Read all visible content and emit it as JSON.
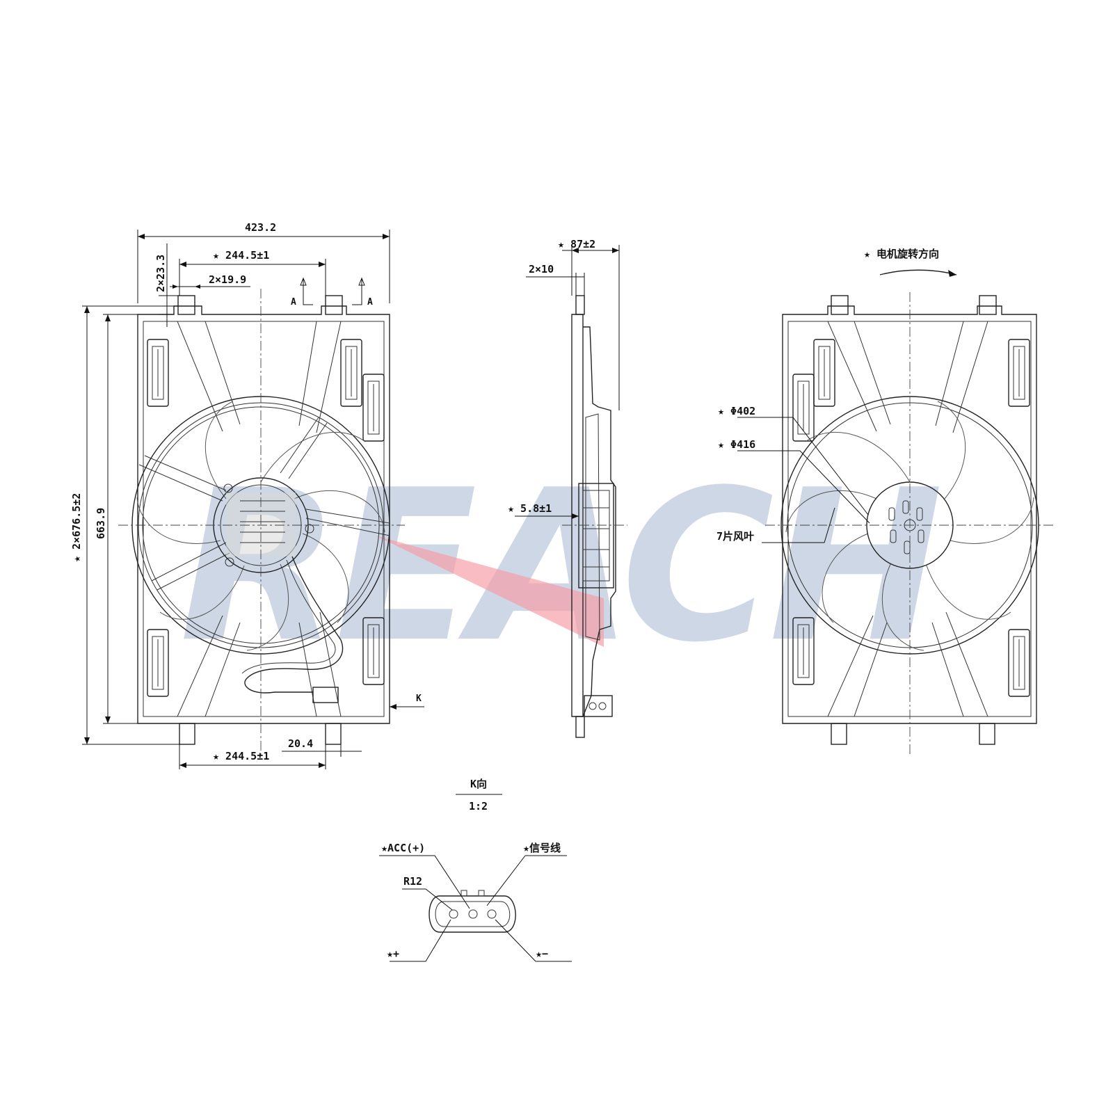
{
  "watermark": {
    "text": "REACH",
    "color": "#b8c6dc"
  },
  "front_view": {
    "dim_overall_width": "423.2",
    "dim_mount_spacing_top": "★ 244.5±1",
    "dim_tab_width": "2×19.9",
    "dim_tab_height": "2×23.3",
    "dim_overall_height": "★ 2×676.5±2",
    "dim_frame_height": "663.9",
    "dim_connector_offset": "20.4",
    "dim_mount_spacing_bottom": "★ 244.5±1",
    "section_label_left": "A",
    "section_label_right": "A",
    "view_arrow_label": "K"
  },
  "side_view": {
    "dim_depth": "★ 87±2",
    "dim_tab_depth": "2×10",
    "dim_hub_offset": "★ 5.8±1"
  },
  "rear_view": {
    "rotation_label": "★  电机旋转方向",
    "dia_inner": "★ Φ402",
    "dia_outer": "★ Φ416",
    "blade_count": "7片风叶"
  },
  "connector_view": {
    "title": "K向",
    "scale": "1:2",
    "pin_acc": "★ACC(+)",
    "pin_signal": "★信号线",
    "radius": "R12",
    "pin_plus": "★+",
    "pin_minus": "★−"
  },
  "colors": {
    "line": "#222222",
    "highlight": "#f5a0a8"
  }
}
